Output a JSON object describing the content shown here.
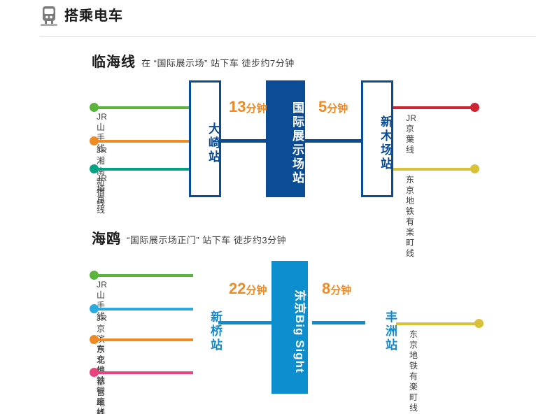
{
  "header": {
    "icon": "train-icon",
    "title": "搭乘电车"
  },
  "colors": {
    "dark_blue": "#0b4c96",
    "light_blue": "#0d8ecf",
    "orange_text": "#f08a24",
    "green": "#5cb53b",
    "orange": "#f08a24",
    "teal": "#00a383",
    "red": "#ce2434",
    "yellow": "#d9c23a",
    "sky": "#29abe2",
    "pink": "#e8427f"
  },
  "sections": [
    {
      "id": "rinkai",
      "name": "临海线",
      "note": "在 “国际展示场” 站下车 徒步约7分钟",
      "stations": [
        {
          "name": "大崎站",
          "style": "outline-dark",
          "latin": false
        },
        {
          "name": "国际展示场站",
          "style": "fill-dark",
          "latin": false
        },
        {
          "name": "新木场站",
          "style": "outline-dark",
          "latin": false
        }
      ],
      "durations": [
        {
          "num": "13",
          "unit": "分钟"
        },
        {
          "num": "5",
          "unit": "分钟"
        }
      ],
      "left_lines": [
        {
          "label": "JR山手线",
          "color": "#5cb53b"
        },
        {
          "label": "JR 湘南新宿线",
          "color": "#f08a24"
        },
        {
          "label": "JR埼京线",
          "color": "#00a383"
        }
      ],
      "right_lines": [
        {
          "label": "JR京葉线",
          "color": "#ce2434"
        },
        {
          "label": "东京地铁\n有楽町线",
          "color": "#d9c23a"
        }
      ]
    },
    {
      "id": "yurikamome",
      "name": "海鸥",
      "note": "“国际展示场正门” 站下车 徒步约3分钟",
      "stations": [
        {
          "name": "新桥站",
          "style": "outline-light",
          "latin": false
        },
        {
          "name": "东京Big Sight",
          "style": "fill-light",
          "latin": true
        },
        {
          "name": "丰洲站",
          "style": "outline-light",
          "latin": false
        }
      ],
      "durations": [
        {
          "num": "22",
          "unit": "分钟"
        },
        {
          "num": "8",
          "unit": "分钟"
        }
      ],
      "left_lines": [
        {
          "label": "JR山手线",
          "color": "#5cb53b"
        },
        {
          "label": "JR京滨东北线",
          "color": "#29abe2"
        },
        {
          "label": "东京地铁\n银座线",
          "color": "#f08a24"
        },
        {
          "label": "都营地铁",
          "color": "#e8427f"
        }
      ],
      "right_lines": [
        {
          "label": "东京地铁\n有楽町线",
          "color": "#d9c23a"
        }
      ]
    }
  ]
}
